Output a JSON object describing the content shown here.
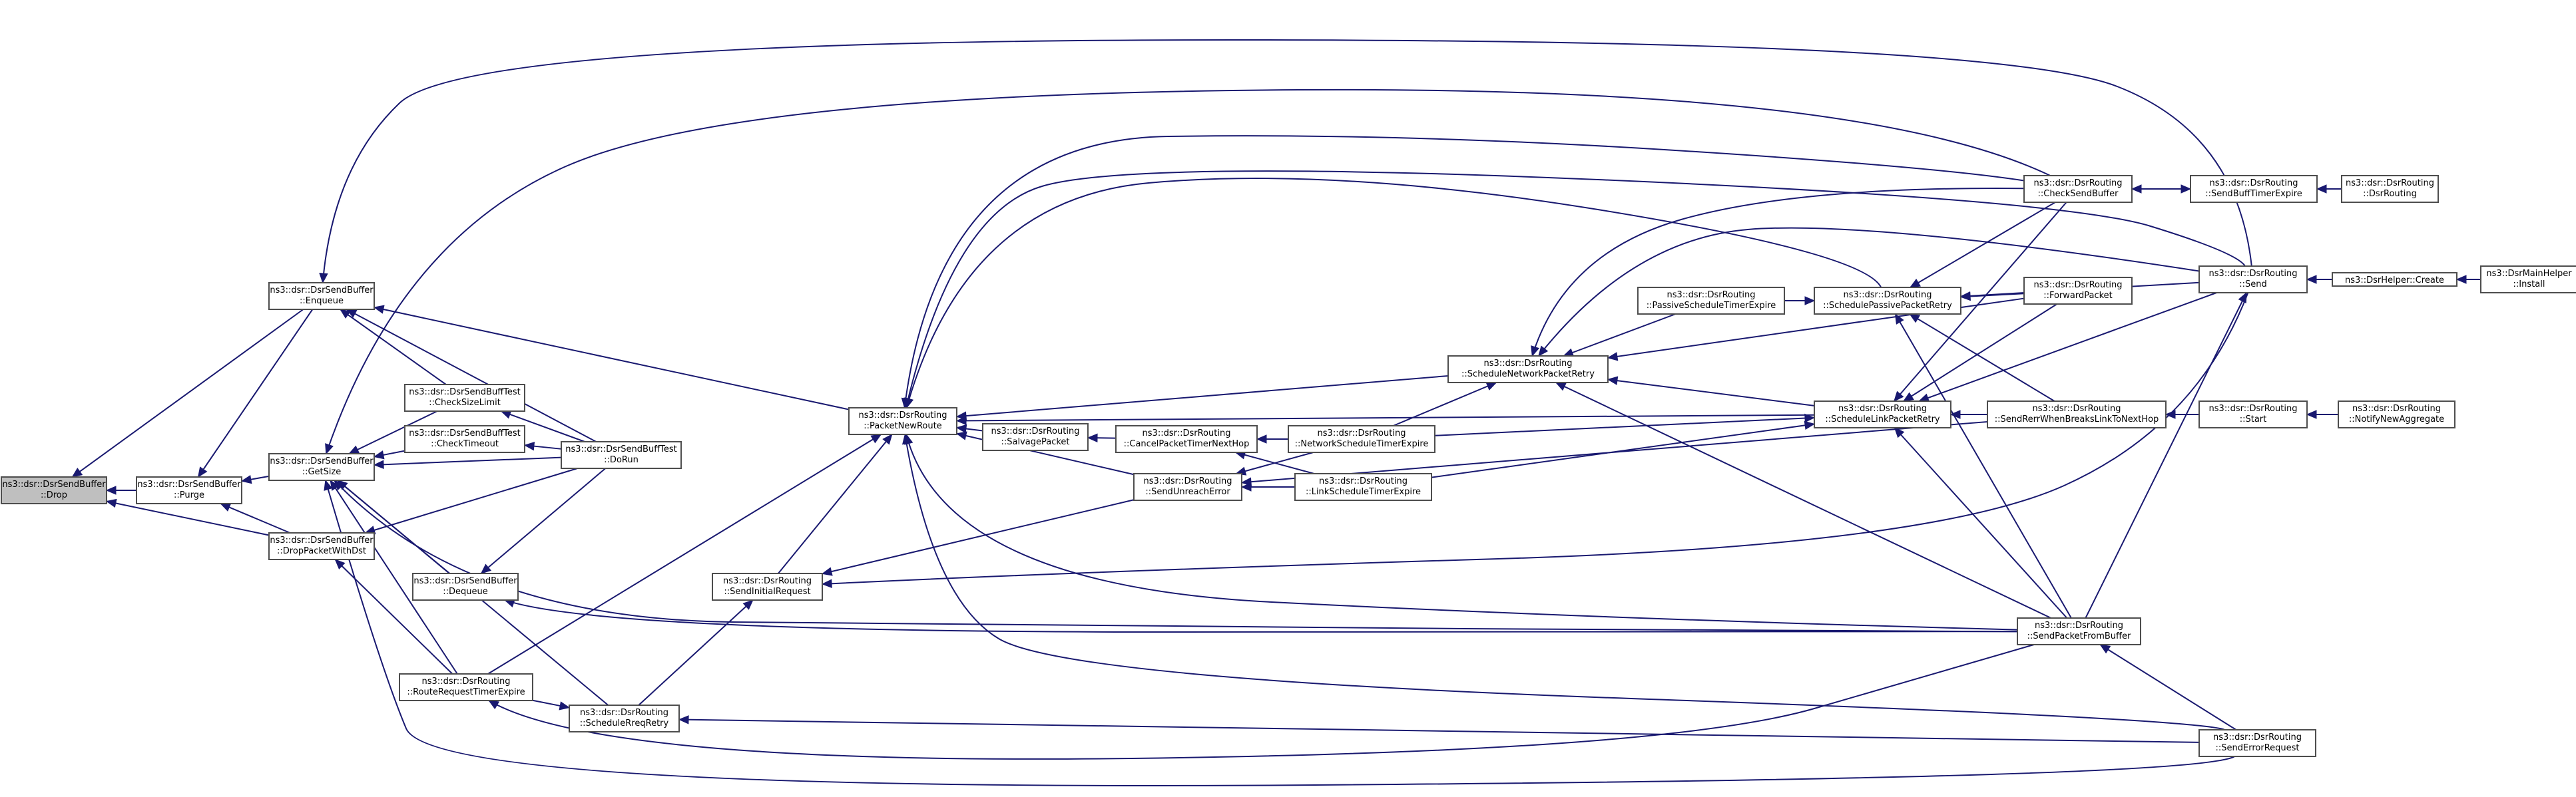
{
  "colors": {
    "edge": "#191970",
    "node_border": "#4d4d4d",
    "node_fill": "#ffffff",
    "root_fill": "#bfbfbf",
    "background": "#ffffff"
  },
  "nodes": {
    "drop": [
      "ns3::dsr::DsrSendBuffer",
      "::Drop"
    ],
    "enqueue": [
      "ns3::dsr::DsrSendBuffer",
      "::Enqueue"
    ],
    "purge": [
      "ns3::dsr::DsrSendBuffer",
      "::Purge"
    ],
    "dropPacketWithDst": [
      "ns3::dsr::DsrSendBuffer",
      "::DropPacketWithDst"
    ],
    "getSize": [
      "ns3::dsr::DsrSendBuffer",
      "::GetSize"
    ],
    "checkSizeLimit": [
      "ns3::dsr::DsrSendBuffTest",
      "::CheckSizeLimit"
    ],
    "checkTimeout": [
      "ns3::dsr::DsrSendBuffTest",
      "::CheckTimeout"
    ],
    "doRun": [
      "ns3::dsr::DsrSendBuffTest",
      "::DoRun"
    ],
    "dequeue": [
      "ns3::dsr::DsrSendBuffer",
      "::Dequeue"
    ],
    "routeRequestTimerExpire": [
      "ns3::dsr::DsrRouting",
      "::RouteRequestTimerExpire"
    ],
    "scheduleRreqRetry": [
      "ns3::dsr::DsrRouting",
      "::ScheduleRreqRetry"
    ],
    "sendInitialRequest": [
      "ns3::dsr::DsrRouting",
      "::SendInitialRequest"
    ],
    "packetNewRoute": [
      "ns3::dsr::DsrRouting",
      "::PacketNewRoute"
    ],
    "salvagePacket": [
      "ns3::dsr::DsrRouting",
      "::SalvagePacket"
    ],
    "sendUnreachError": [
      "ns3::dsr::DsrRouting",
      "::SendUnreachError"
    ],
    "cancelPacketTimerNextHop": [
      "ns3::dsr::DsrRouting",
      "::CancelPacketTimerNextHop"
    ],
    "networkScheduleTimerExpire": [
      "ns3::dsr::DsrRouting",
      "::NetworkScheduleTimerExpire"
    ],
    "linkScheduleTimerExpire": [
      "ns3::dsr::DsrRouting",
      "::LinkScheduleTimerExpire"
    ],
    "scheduleNetworkPacketRetry": [
      "ns3::dsr::DsrRouting",
      "::ScheduleNetworkPacketRetry"
    ],
    "passiveScheduleTimerExpire": [
      "ns3::dsr::DsrRouting",
      "::PassiveScheduleTimerExpire"
    ],
    "schedulePassivePacketRetry": [
      "ns3::dsr::DsrRouting",
      "::SchedulePassivePacketRetry"
    ],
    "scheduleLinkPacketRetry": [
      "ns3::dsr::DsrRouting",
      "::ScheduleLinkPacketRetry"
    ],
    "sendRerrWhenBreaksLinkToNextHop": [
      "ns3::dsr::DsrRouting",
      "::SendRerrWhenBreaksLinkToNextHop"
    ],
    "checkSendBuffer": [
      "ns3::dsr::DsrRouting",
      "::CheckSendBuffer"
    ],
    "forwardPacket": [
      "ns3::dsr::DsrRouting",
      "::ForwardPacket"
    ],
    "sendPacketFromBuffer": [
      "ns3::dsr::DsrRouting",
      "::SendPacketFromBuffer"
    ],
    "sendErrorRequest": [
      "ns3::dsr::DsrRouting",
      "::SendErrorRequest"
    ],
    "sendBuffTimerExpire": [
      "ns3::dsr::DsrRouting",
      "::SendBuffTimerExpire"
    ],
    "dsrRouting": [
      "ns3::dsr::DsrRouting",
      "::DsrRouting"
    ],
    "send": [
      "ns3::dsr::DsrRouting",
      "::Send"
    ],
    "start": [
      "ns3::dsr::DsrRouting",
      "::Start"
    ],
    "notifyNewAggregate": [
      "ns3::dsr::DsrRouting",
      "::NotifyNewAggregate"
    ],
    "dsrHelperCreate": [
      "ns3::DsrHelper::Create"
    ],
    "dsrMainHelperInstall": [
      "ns3::DsrMainHelper",
      "::Install"
    ]
  }
}
